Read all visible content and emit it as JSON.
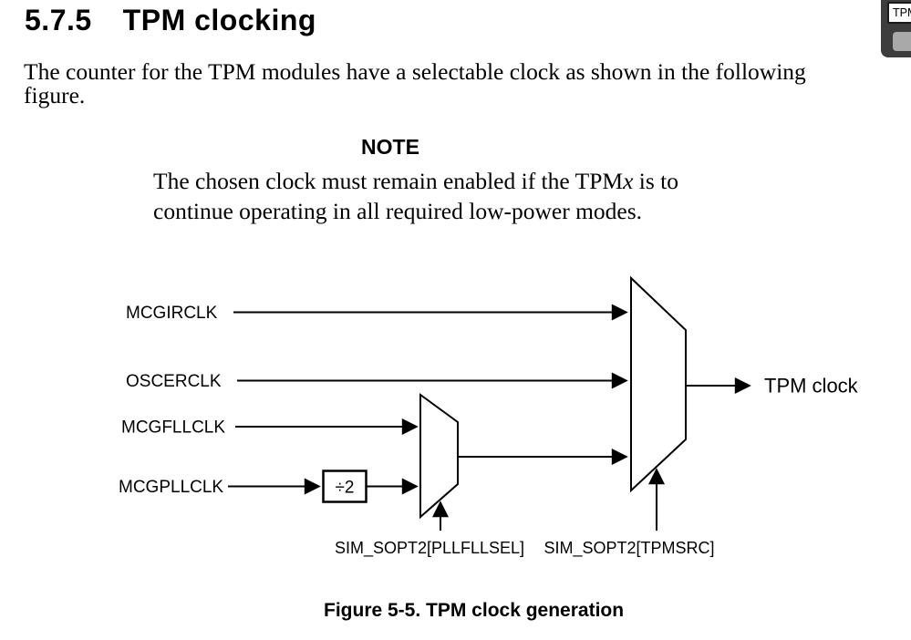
{
  "document": {
    "section": {
      "number": "5.7.5",
      "title": "TPM clocking"
    },
    "paragraph": {
      "line1": "The counter for the TPM modules have a selectable clock as shown in the following",
      "line2": "figure."
    },
    "note": {
      "label": "NOTE",
      "line1_pre": "The chosen clock must remain enabled if the TPM",
      "line1_italic": "x",
      "line1_post": " is to",
      "line2": "continue operating in all required low-power modes."
    },
    "figure_caption": "Figure 5-5. TPM clock generation"
  },
  "diagram": {
    "signals": [
      "MCGIRCLK",
      "OSCERCLK",
      "MCGFLLCLK",
      "MCGPLLCLK"
    ],
    "divider_label": "÷2",
    "output_label": "TPM clock",
    "select_labels": [
      "SIM_SOPT2[PLLFLLSEL]",
      "SIM_SOPT2[TPMSRC]"
    ],
    "line_color": "#000000"
  },
  "find_widget": {
    "input_value": "TPM",
    "panel_color": "#3d3d3d",
    "button_color": "#a9a9a9"
  }
}
